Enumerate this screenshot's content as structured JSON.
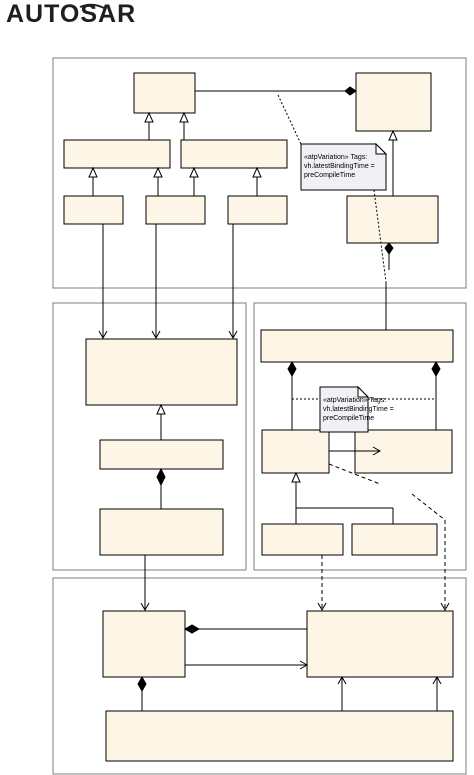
{
  "logo": {
    "text": "AUTOSAR",
    "brand_color": "#1f1f1f"
  },
  "notes": [
    {
      "lines": [
        "«atpVariation» Tags:",
        "vh.latestBindingTime =",
        "preCompileTime"
      ]
    },
    {
      "lines": [
        "«atpVariation» Tags:",
        "vh.latestBindingTime =",
        "preCompileTime"
      ]
    }
  ],
  "colors": {
    "class_fill": "#fdf5e6",
    "note_fill": "#f3f0f5",
    "package_border": "#7f7f7f"
  }
}
